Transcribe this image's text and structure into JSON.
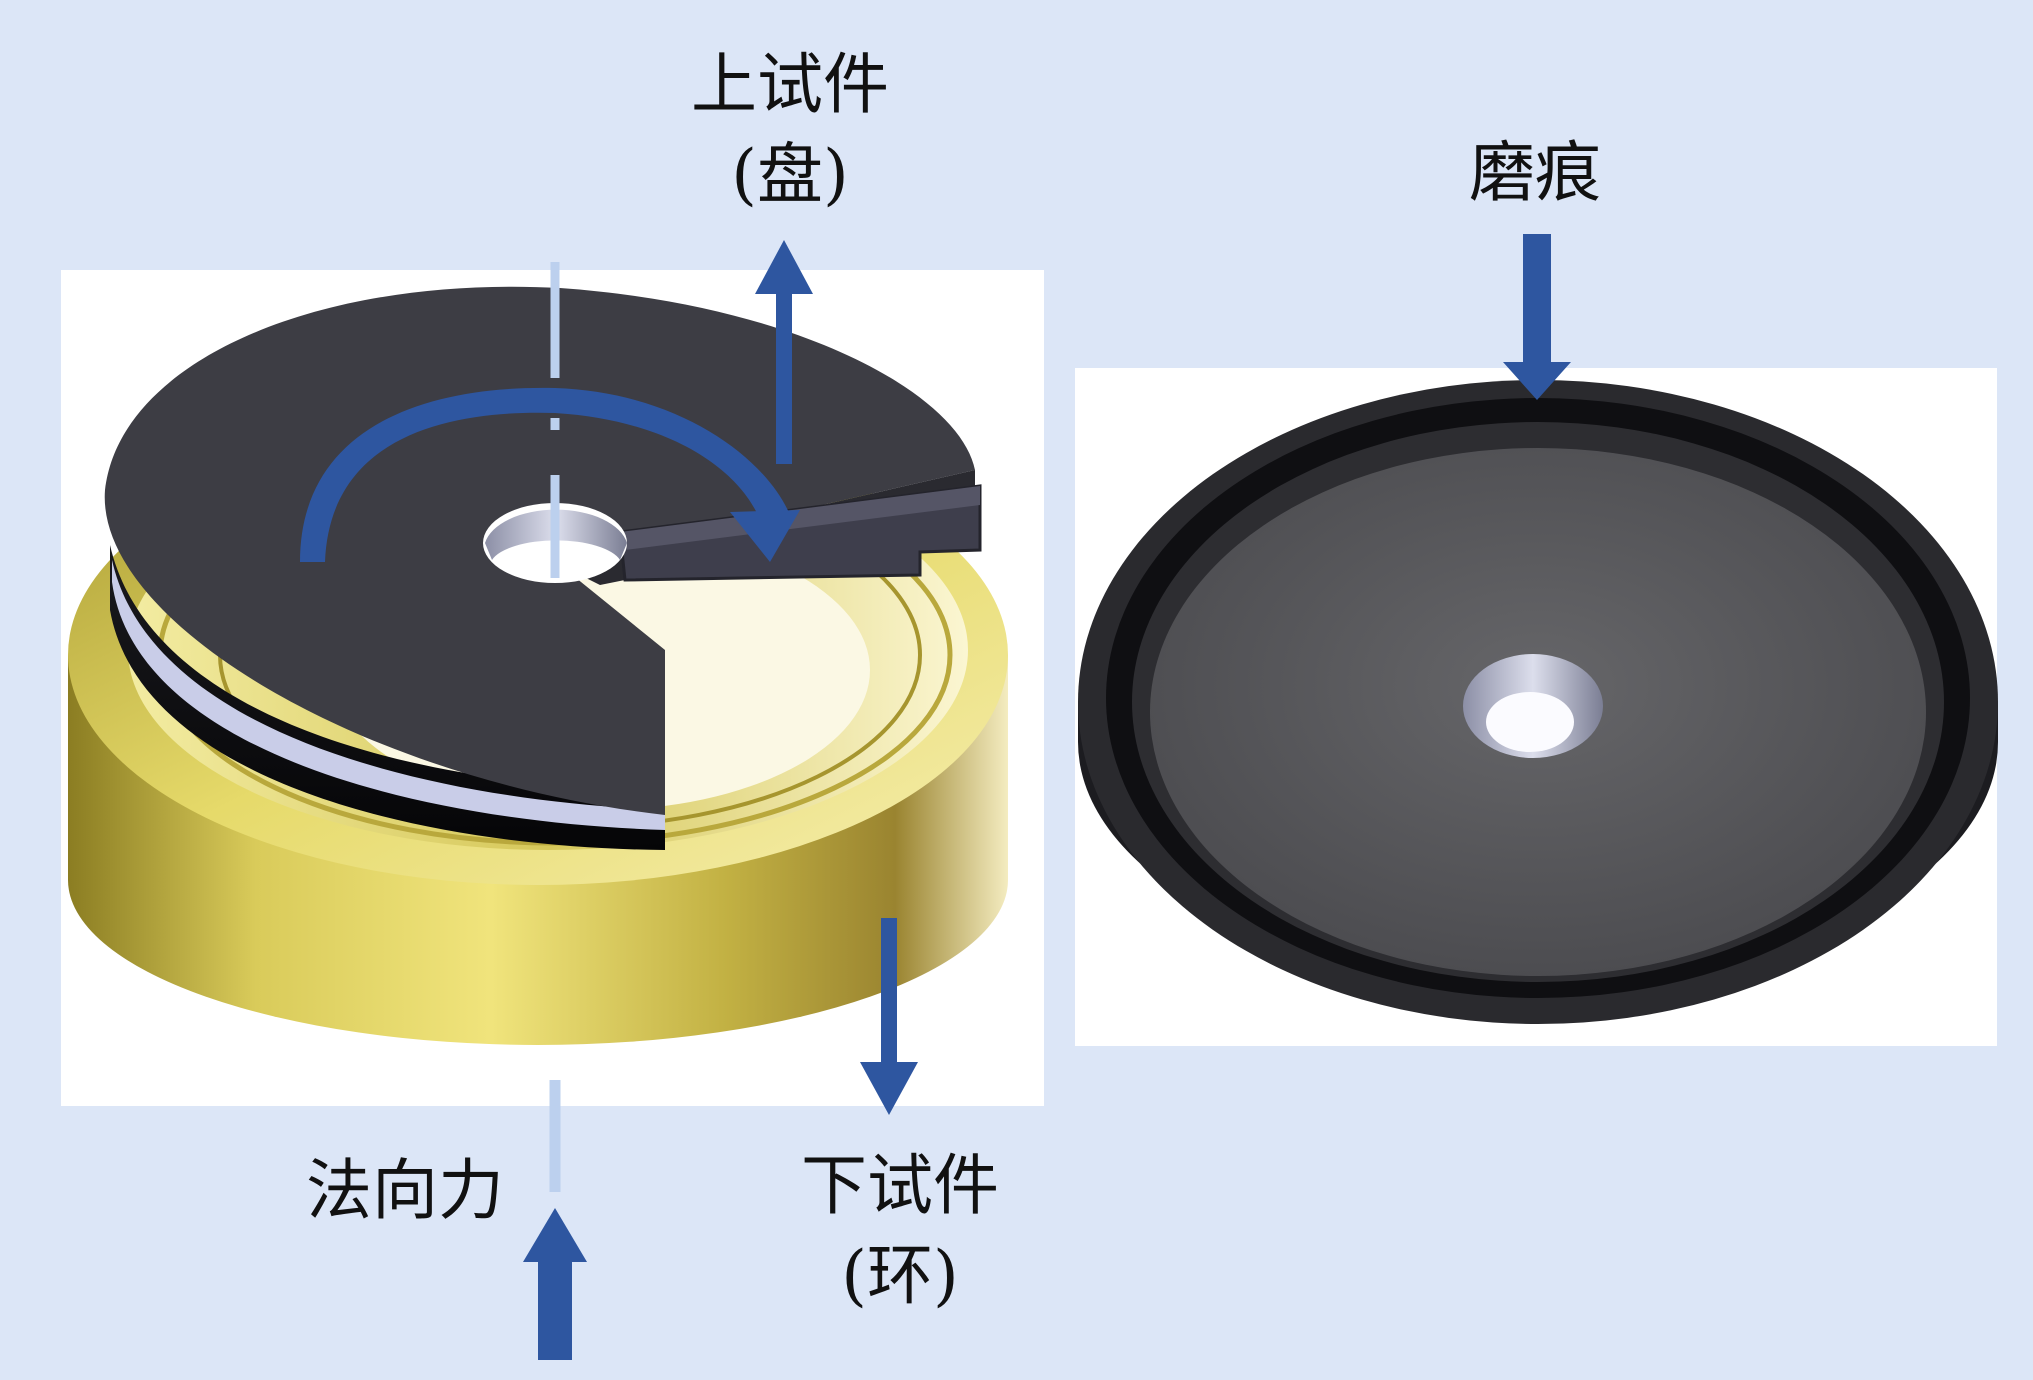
{
  "labels": {
    "upper_specimen": "上试件",
    "upper_specimen_type": "(盘)",
    "wear_scar": "磨痕",
    "normal_force": "法向力",
    "lower_specimen": "下试件",
    "lower_specimen_type": "(环)"
  },
  "colors": {
    "background": "#dce6f7",
    "arrow": "#2e56a0",
    "disc": "#3d3d44",
    "ring": "#cfc04a",
    "axis": "#bcd0ee"
  }
}
